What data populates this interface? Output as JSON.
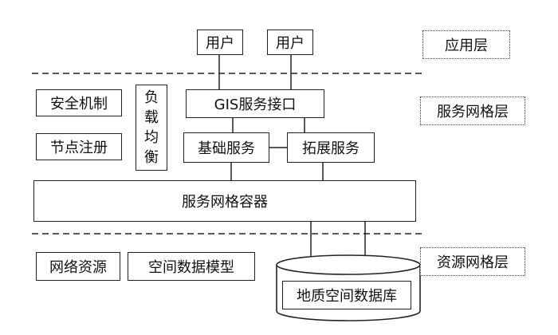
{
  "layers": {
    "application": "应用层",
    "service": "服务网格层",
    "resource": "资源网格层"
  },
  "users": [
    "用户",
    "用户"
  ],
  "left_boxes": {
    "security": "安全机制",
    "node_register": "节点注册"
  },
  "load_balance": "负载均衡",
  "gis_interface": "GIS服务接口",
  "basic_service": "基础服务",
  "extended_service": "拓展服务",
  "container": "服务网格容器",
  "network_resource": "网络资源",
  "spatial_model": "空间数据模型",
  "database": "地质空间数据库"
}
